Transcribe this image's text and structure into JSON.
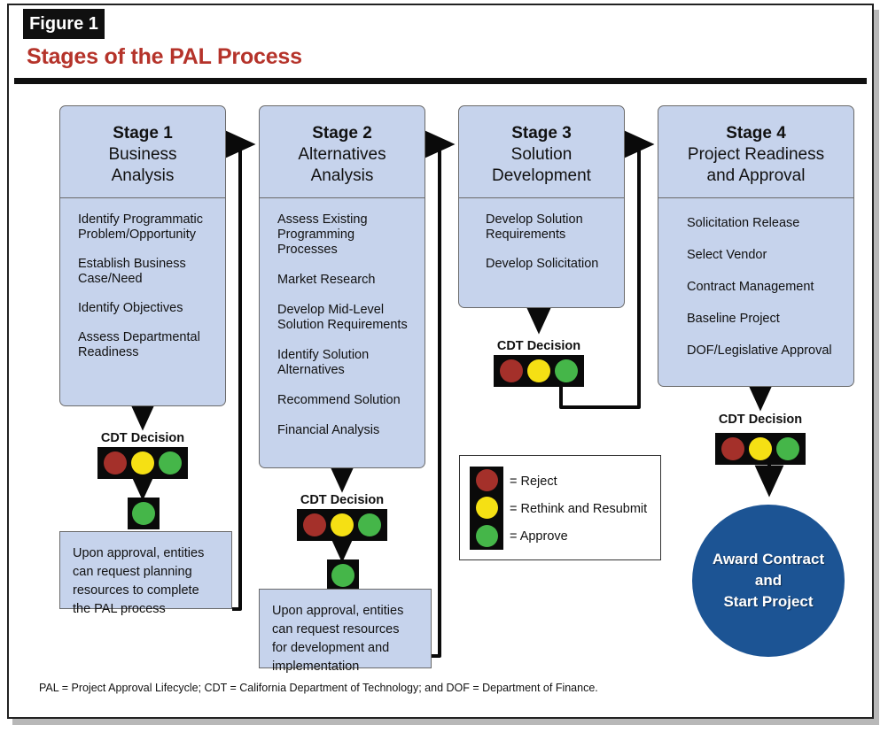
{
  "figure": {
    "tag": "Figure 1",
    "title": "Stages of the PAL Process",
    "footnote": "PAL = Project Approval Lifecycle; CDT = California Department of Technology; and DOF = Department of Finance."
  },
  "colors": {
    "title_red": "#b5332a",
    "stage_fill": "#c6d3ec",
    "stage_border": "#6a6a6a",
    "light_body": "#0a0a0a",
    "lamp_red": "#a4302a",
    "lamp_yellow": "#f5e014",
    "lamp_green": "#45b649",
    "award_blue": "#1c5494",
    "frame_black": "#101010"
  },
  "stages": [
    {
      "number": "Stage 1",
      "name": "Business\nAnalysis",
      "name_line1": "Business",
      "name_line2": "Analysis",
      "items": [
        "Identify Programmatic\nProblem/Opportunity",
        "Establish Business\nCase/Need",
        "Identify Objectives",
        "Assess Departmental\nReadiness"
      ]
    },
    {
      "number": "Stage 2",
      "name_line1": "Alternatives",
      "name_line2": "Analysis",
      "items": [
        "Assess Existing\nProgramming Processes",
        "Market Research",
        "Develop Mid-Level\nSolution Requirements",
        "Identify Solution\nAlternatives",
        "Recommend Solution",
        "Financial Analysis"
      ]
    },
    {
      "number": "Stage 3",
      "name_line1": "Solution",
      "name_line2": "Development",
      "items": [
        "Develop Solution\nRequirements",
        "Develop Solicitation"
      ]
    },
    {
      "number": "Stage 4",
      "name_line1": "Project Readiness",
      "name_line2": "and Approval",
      "items": [
        "Solicitation Release",
        "Select Vendor",
        "Contract Management",
        "Baseline Project",
        "DOF/Legislative Approval"
      ]
    }
  ],
  "decisions": {
    "label": "CDT Decision",
    "lamps": [
      "red",
      "yellow",
      "green"
    ],
    "approve_lamp": "green"
  },
  "notes": [
    {
      "lines": [
        "Upon approval, entities",
        "can request planning",
        "resources to complete",
        "the  PAL process"
      ]
    },
    {
      "lines": [
        "Upon approval, entities",
        "can request resources",
        "for development and",
        "implementation"
      ]
    }
  ],
  "legend": {
    "rows": [
      "= Reject",
      "= Rethink and Resubmit",
      "= Approve"
    ]
  },
  "award": {
    "line1": "Award Contract",
    "line2": "and",
    "line3": "Start Project"
  }
}
